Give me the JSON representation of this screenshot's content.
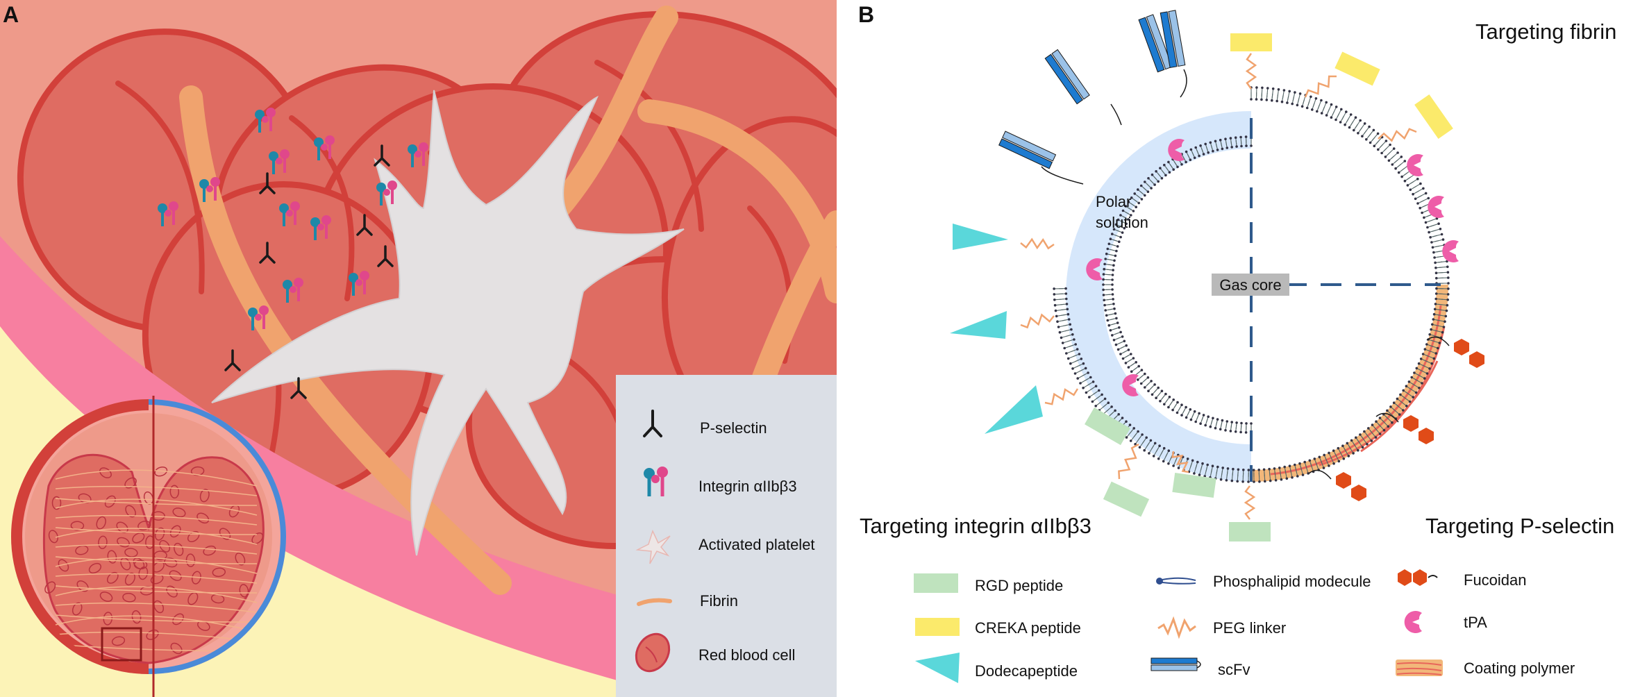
{
  "panel_a": {
    "letter": "A",
    "legend": [
      {
        "icon": "p-selectin-icon",
        "label": "P-selectin"
      },
      {
        "icon": "integrin-icon",
        "label": "Integrin αIIbβ3"
      },
      {
        "icon": "activated-platelet-icon",
        "label": "Activated platelet"
      },
      {
        "icon": "fibrin-icon",
        "label": "Fibrin"
      },
      {
        "icon": "red-blood-cell-icon",
        "label": "Red blood cell"
      }
    ]
  },
  "panel_b": {
    "letter": "B",
    "targeting_fibrin": "Targeting fibrin",
    "targeting_integrin": "Targeting integrin αIIbβ3",
    "targeting_pselectin": "Targeting P-selectin",
    "polar_solution_1": "Polar",
    "polar_solution_2": "solution",
    "gas_core": "Gas core",
    "legend": [
      {
        "icon": "rgd-peptide-icon",
        "label": "RGD peptide"
      },
      {
        "icon": "creka-peptide-icon",
        "label": "CREKA peptide"
      },
      {
        "icon": "dodecapeptide-icon",
        "label": "Dodecapeptide"
      },
      {
        "icon": "phospholipid-icon",
        "label": "Phosphalipid modecule"
      },
      {
        "icon": "peg-linker-icon",
        "label": "PEG linker"
      },
      {
        "icon": "scfv-icon",
        "label": "scFv"
      },
      {
        "icon": "fucoidan-icon",
        "label": "Fucoidan"
      },
      {
        "icon": "tpa-icon",
        "label": "tPA"
      },
      {
        "icon": "coating-polymer-icon",
        "label": "Coating polymer"
      }
    ]
  },
  "colors": {
    "background_a": "#EE9A8A",
    "rbc_fill": "#DF6C62",
    "rbc_stroke": "#D2403A",
    "fibrin": "#F0A36E",
    "vessel_wall": "#F77FA0",
    "plasma": "#FCF3B7",
    "legend_bg": "#DBDFE6",
    "integrin_blue": "#1E88A8",
    "integrin_pink": "#E0478B",
    "polar_solution": "#D6E7FB",
    "gas_core_axis": "#2F5A8C",
    "rgd": "#BFE3BE",
    "creka": "#FBEA6B",
    "dodecapeptide": "#5AD7DA",
    "fucoidan": "#E04B18",
    "tpa": "#EE5DA8",
    "coating": "#F2B77A",
    "scfv": "#1E7BD0"
  }
}
